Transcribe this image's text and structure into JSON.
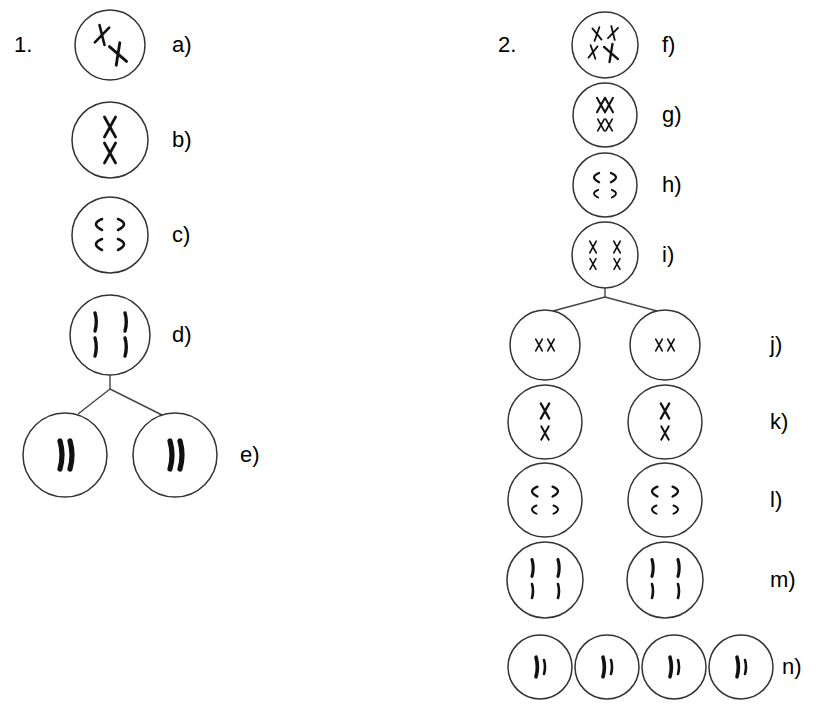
{
  "diagram": {
    "labels": [
      "1.",
      "a)",
      "b)",
      "c)",
      "d)",
      "e)",
      "2.",
      "f)",
      "g)",
      "h)",
      "i)",
      "j)",
      "k)",
      "l)",
      "m)",
      "n)"
    ]
  }
}
